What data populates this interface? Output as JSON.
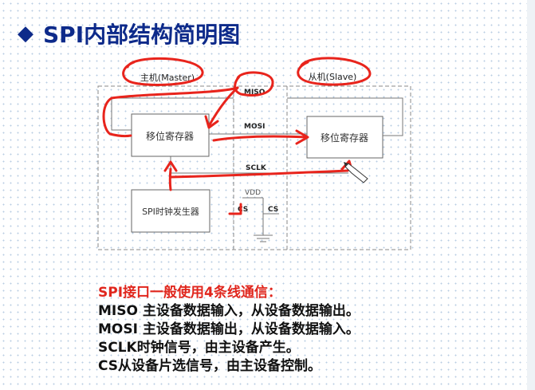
{
  "slide": {
    "bullet_icon": "diamond-icon",
    "title": "SPI内部结构简明图",
    "title_color": "#0d2a8a"
  },
  "diagram": {
    "master_label": "主机(Master)",
    "slave_label": "从机(Slave)",
    "master_register": "移位寄存器",
    "slave_register": "移位寄存器",
    "clock_generator": "SPI时钟发生器",
    "signals": {
      "miso": "MISO",
      "mosi": "MOSI",
      "sclk": "SCLK",
      "vdd": "VDD",
      "cs_master": "CS",
      "cs_slave": "CS"
    },
    "annotation_color": "#e8241c",
    "pen_cursor_icon": "pen-cursor-icon"
  },
  "notes": {
    "heading": "SPI接口一般使用4条线通信：",
    "heading_color": "#e0261d",
    "lines": [
      "MISO 主设备数据输入，从设备数据输出。",
      "MOSI 主设备数据输出，从设备数据输入。",
      "SCLK时钟信号，由主设备产生。",
      "CS从设备片选信号，由主设备控制。"
    ]
  }
}
